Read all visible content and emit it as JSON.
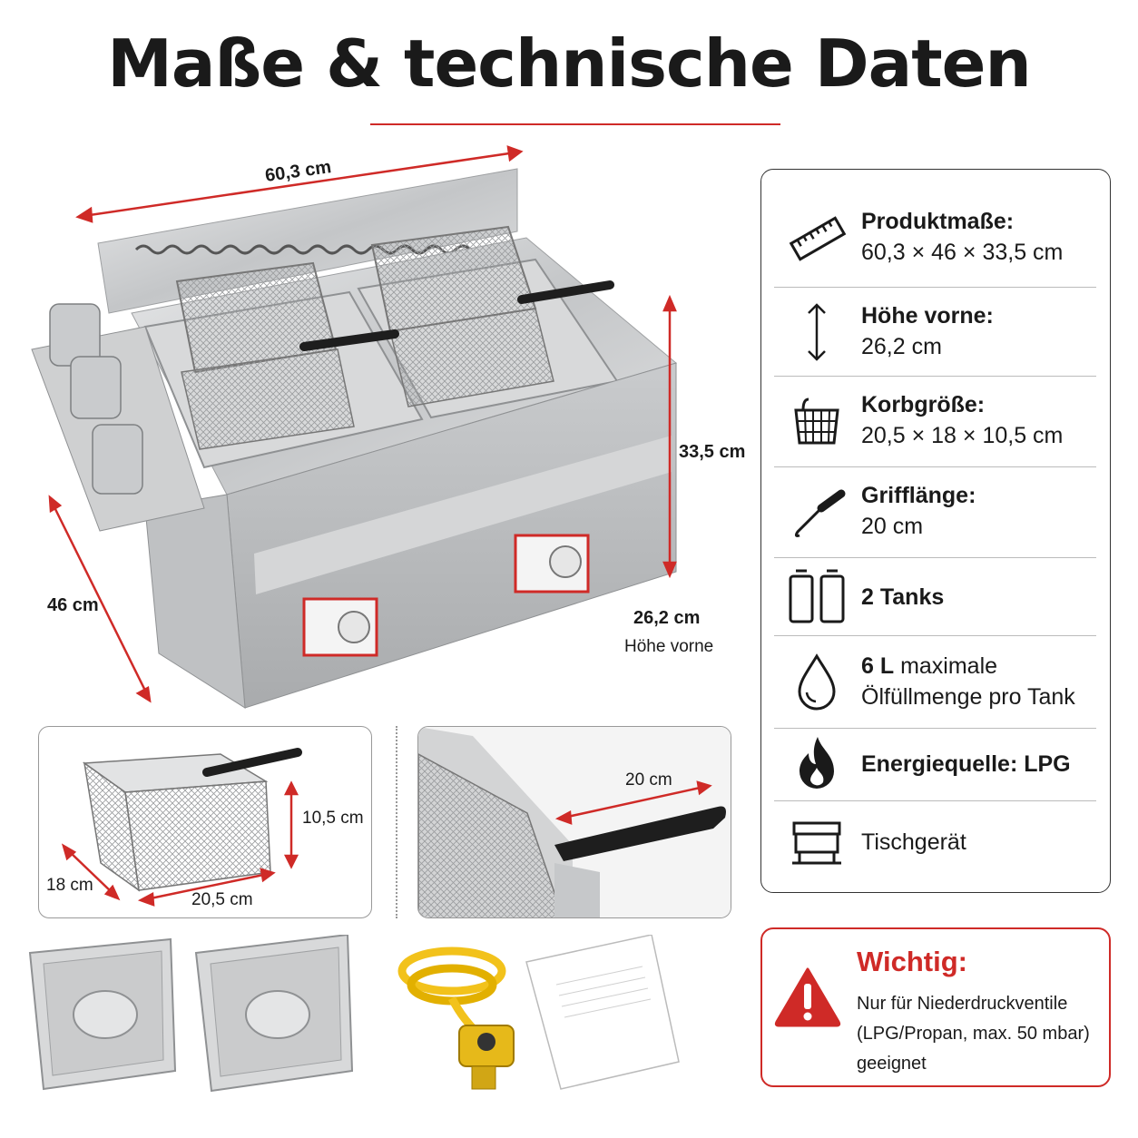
{
  "title": "Maße & technische Daten",
  "dimensions": {
    "width": "60,3 cm",
    "depth": "46 cm",
    "height": "33,5 cm",
    "front_height": "26,2 cm",
    "front_height_caption": "Höhe vorne"
  },
  "basket_detail": {
    "height": "10,5 cm",
    "depth": "18 cm",
    "width": "20,5 cm"
  },
  "handle_detail": {
    "length": "20 cm"
  },
  "specs": [
    {
      "icon": "ruler-icon",
      "label": "Produktmaße:",
      "value": "60,3 × 46 × 33,5 cm"
    },
    {
      "icon": "vertical-arrow-icon",
      "label": "Höhe vorne:",
      "value": "26,2 cm"
    },
    {
      "icon": "basket-icon",
      "label": "Korbgröße:",
      "value": "20,5 × 18 × 10,5 cm"
    },
    {
      "icon": "handle-icon",
      "label": "Grifflänge:",
      "value": "20 cm"
    },
    {
      "icon": "tanks-icon",
      "label": "2 Tanks",
      "value": ""
    },
    {
      "icon": "oil-drop-icon",
      "label": "6 L",
      "value_line1": "maximale",
      "value_line2": "Ölfüllmenge pro Tank"
    },
    {
      "icon": "flame-icon",
      "label": "Energiequelle: LPG",
      "value": ""
    },
    {
      "icon": "table-device-icon",
      "label": "",
      "value": "Tischgerät"
    }
  ],
  "warning": {
    "icon": "warning-triangle-icon",
    "title": "Wichtig:",
    "text": "Nur für Niederdruckventile (LPG/Propan, max. 50 mbar) geeignet"
  },
  "colors": {
    "accent": "#cf2a27",
    "steel": "#c9cbcd",
    "handle": "#1e1e1e",
    "hose": "#f2c21b"
  }
}
